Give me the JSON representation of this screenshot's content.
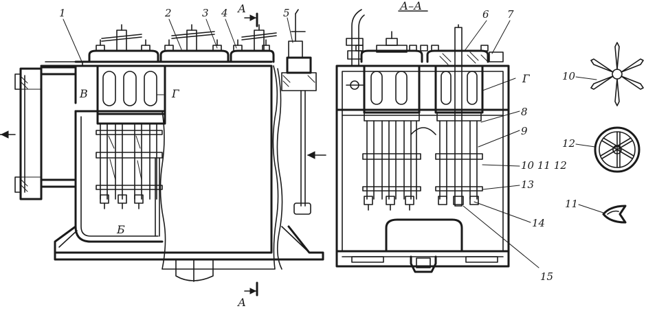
{
  "section_view_title": "А–А",
  "section_marker": "А",
  "cavity_labels": {
    "inlet_chamber": "В",
    "outlet_chamber": "Б",
    "filter_cap": "Г",
    "left_cap": "Г"
  },
  "callouts": [
    {
      "text": "1"
    },
    {
      "text": "2"
    },
    {
      "text": "3"
    },
    {
      "text": "4"
    },
    {
      "text": "5"
    },
    {
      "text": "6"
    },
    {
      "text": "7"
    },
    {
      "text": "8"
    },
    {
      "text": "9"
    },
    {
      "text": "10 11 12"
    },
    {
      "text": "13"
    },
    {
      "text": "14"
    },
    {
      "text": "15"
    },
    {
      "text": "10"
    },
    {
      "text": "12"
    },
    {
      "text": "11"
    }
  ]
}
